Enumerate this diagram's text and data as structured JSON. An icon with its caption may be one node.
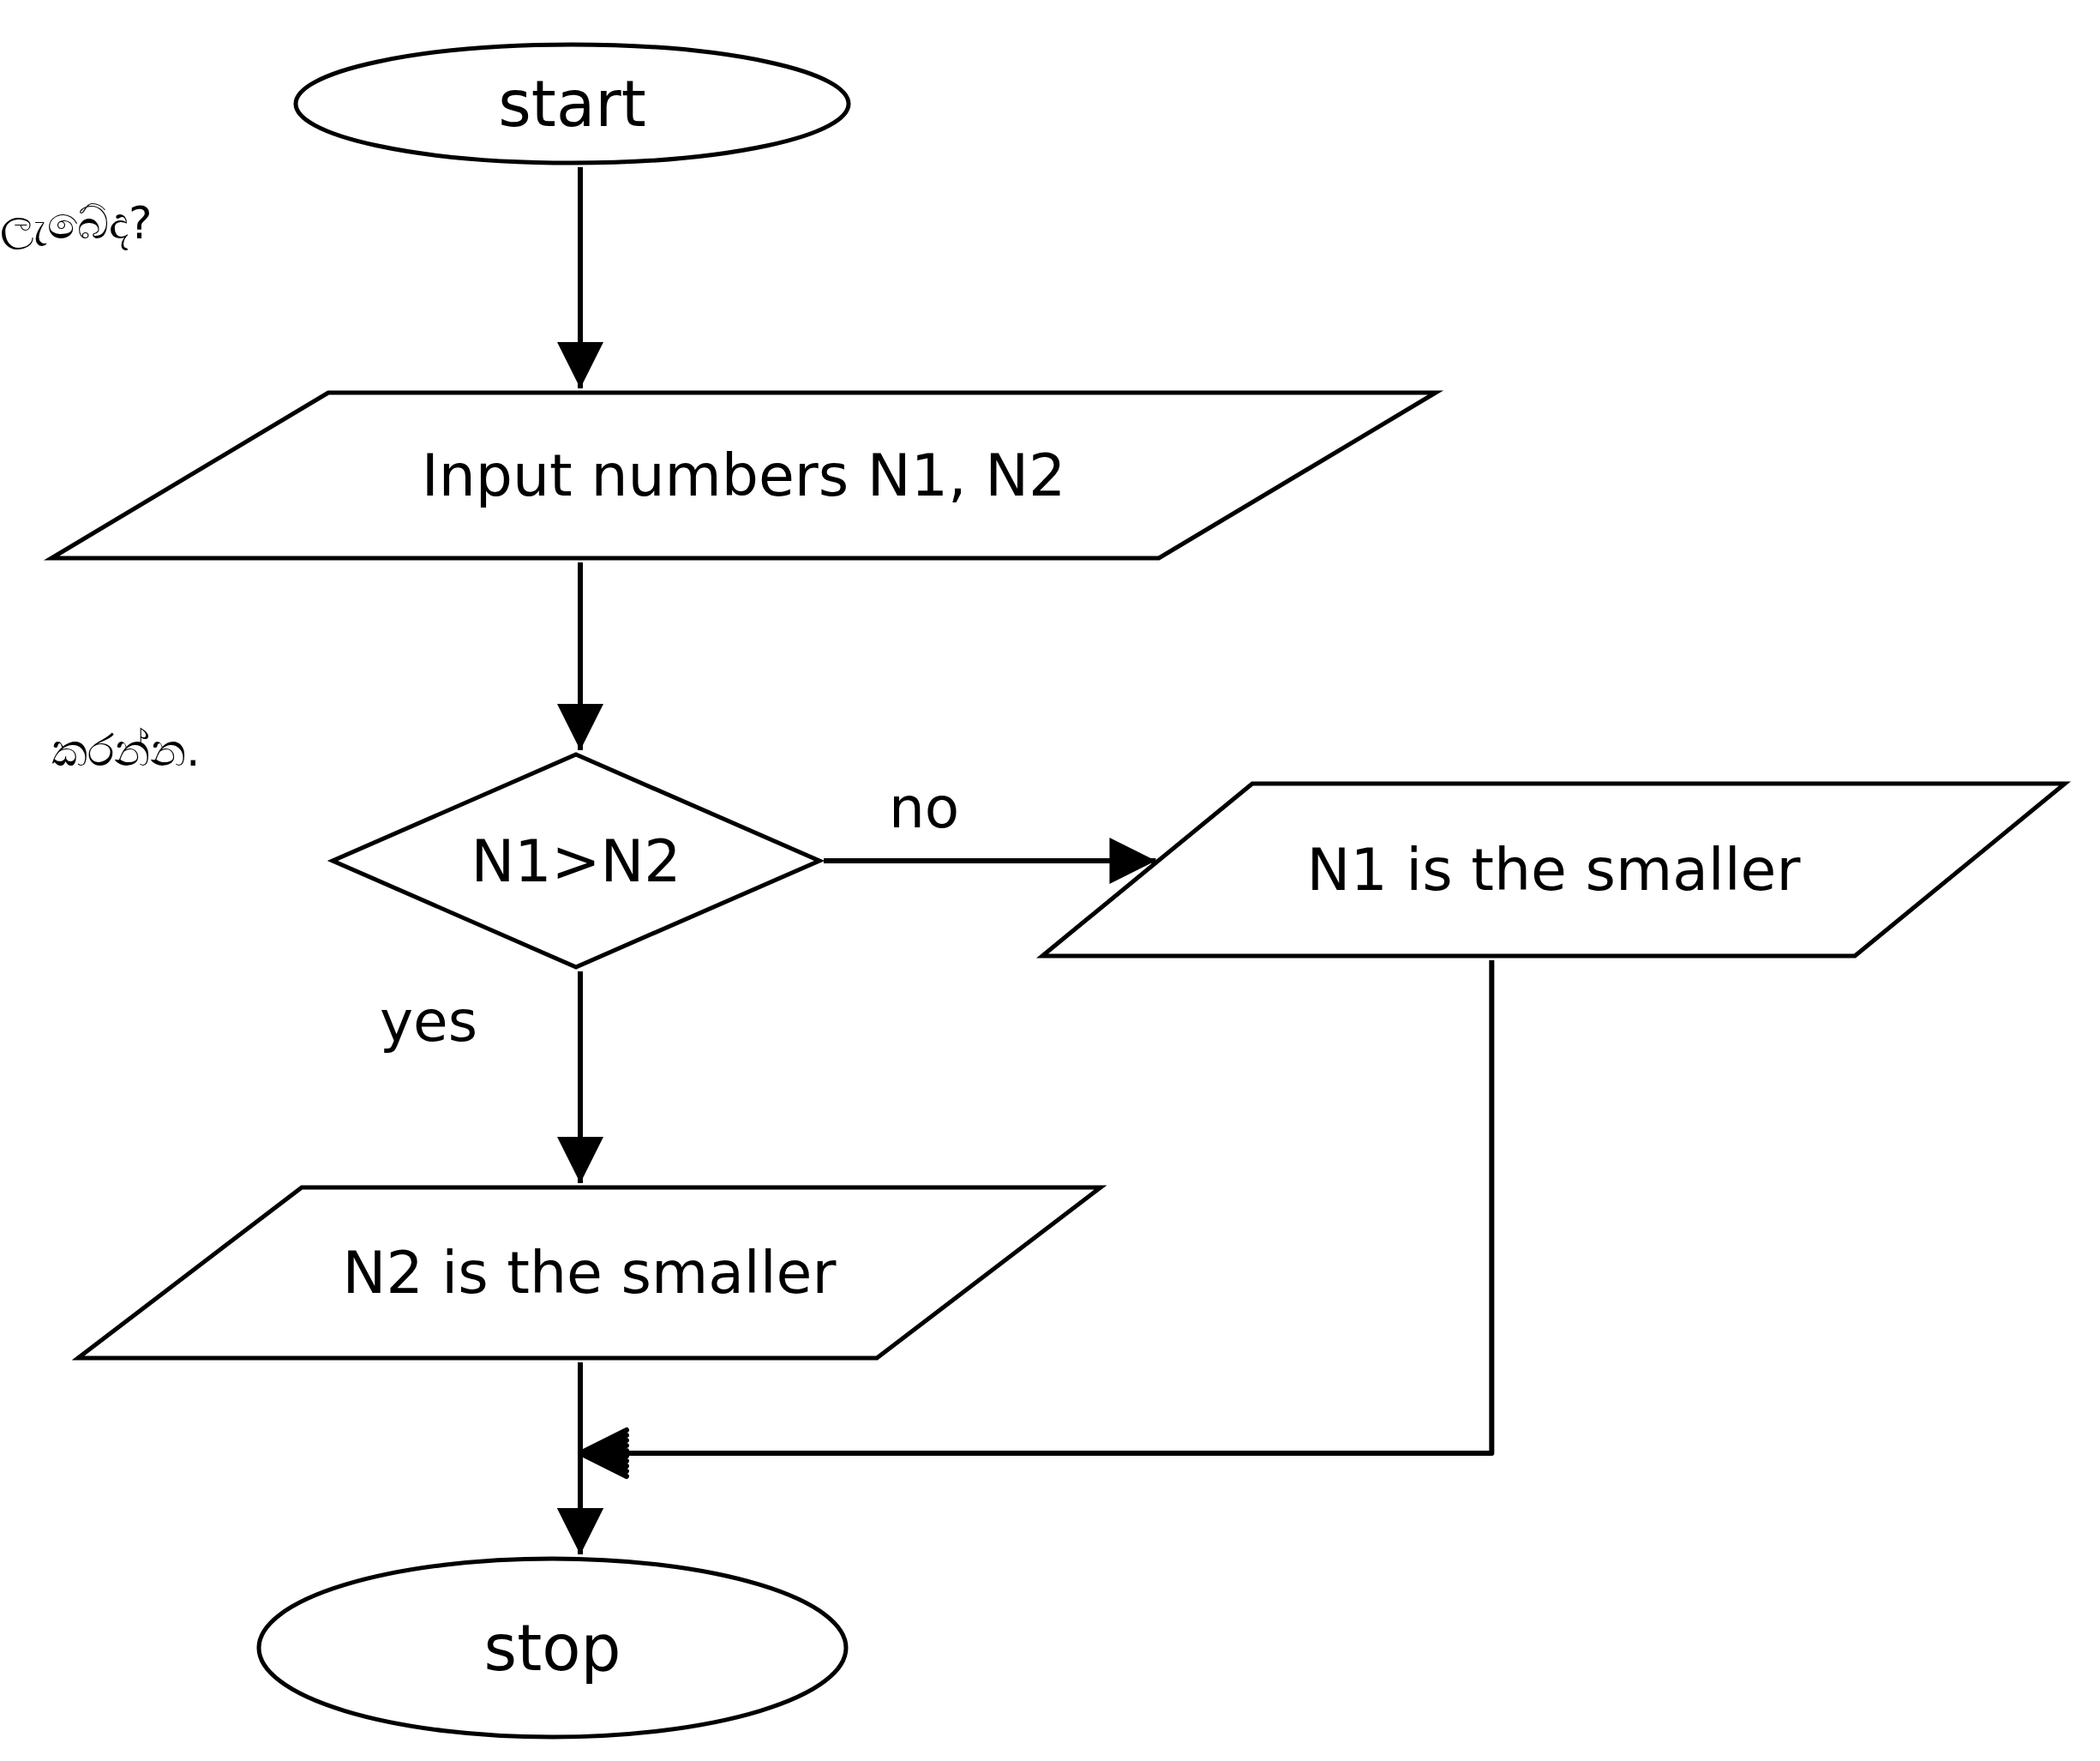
{
  "diagram": {
    "nodes": [
      {
        "text": [
          "start"
        ]
      },
      {
        "text": [
          "Input numbers N1, N2"
        ]
      },
      {
        "text": [
          "N1>N2"
        ]
      },
      {
        "text": [
          "N1 is the smaller"
        ]
      },
      {
        "text": [
          "N2 is the smaller"
        ]
      },
      {
        "text": [
          "stop"
        ]
      }
    ],
    "edges": [
      {
        "from": 0,
        "to": 1,
        "arrow": "to"
      },
      {
        "from": 1,
        "to": 2,
        "arrow": "to"
      },
      {
        "from": 2,
        "to": 3,
        "arrow": "to",
        "label": "no"
      },
      {
        "from": 2,
        "to": 4,
        "arrow": "to",
        "label": "yes"
      },
      {
        "from": 4,
        "to": 5,
        "arrow": "to"
      },
      {
        "from": 3,
        "to": 5,
        "arrow": "to"
      }
    ],
    "labels": [
      "ලැබේද?",
      "කරන්න."
    ]
  }
}
